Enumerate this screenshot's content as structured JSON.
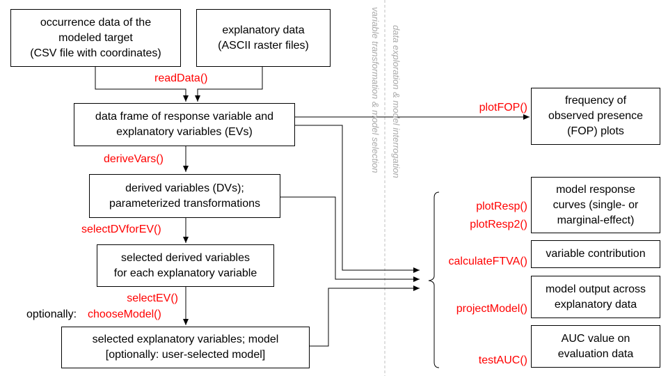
{
  "boxes": {
    "occurrence": "occurrence data of the\nmodeled target\n(CSV file with coordinates)",
    "explanatory": "explanatory data\n(ASCII raster files)",
    "dataframe": "data frame of response variable and\nexplanatory variables (EVs)",
    "derived": "derived variables (DVs);\nparameterized transformations",
    "selected_dv": "selected derived variables\nfor each explanatory variable",
    "selected_ev": "selected explanatory variables; model\n[optionally: user-selected model]",
    "fop": "frequency of\nobserved presence\n(FOP) plots",
    "response": "model response\ncurves (single- or\nmarginal-effect)",
    "contribution": "variable contribution",
    "output": "model output across\nexplanatory data",
    "auc": "AUC value on\nevaluation data"
  },
  "functions": {
    "readData": "readData()",
    "deriveVars": "deriveVars()",
    "selectDVforEV": "selectDVforEV()",
    "selectEV": "selectEV()",
    "optionally_label": "optionally:",
    "chooseModel": "chooseModel()",
    "plotFOP": "plotFOP()",
    "plotResp": "plotResp()",
    "plotResp2": "plotResp2()",
    "calculateFTVA": "calculateFTVA()",
    "projectModel": "projectModel()",
    "testAUC": "testAUC()"
  },
  "vertical_labels": {
    "left": "variable transformation   &   model selection",
    "right": "data exploration   &   model interrogation"
  },
  "colors": {
    "function_text": "#ff0000",
    "divider": "#bfbfbf",
    "vertical_text": "#aaaaaa",
    "line": "#000000"
  }
}
